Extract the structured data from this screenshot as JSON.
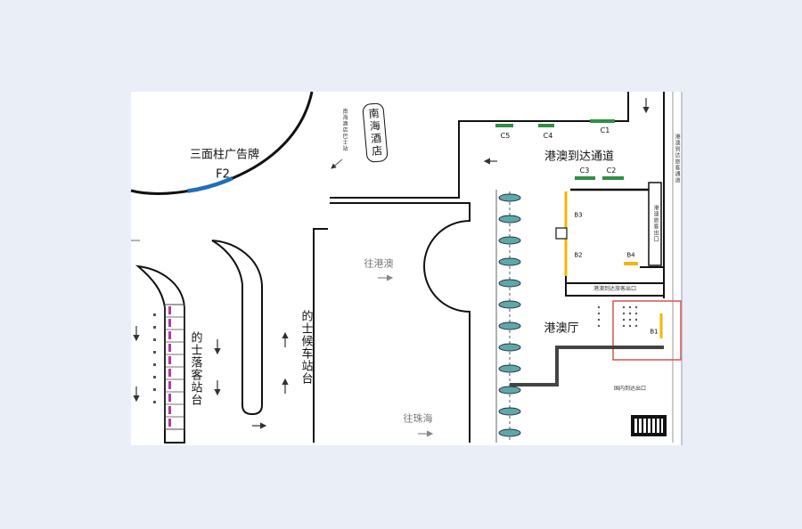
{
  "colors": {
    "billboard_blue": "#1f6fb8",
    "taxi_magenta": "#b33aa0",
    "gate_yellow": "#f2b705",
    "gate_green": "#2f8f45",
    "pillar_teal": "#5fa8a8",
    "highlight_red": "#d9534f",
    "page_background": "#e9eef7"
  },
  "map": {
    "billboard": {
      "label": "三面柱广告牌",
      "code": "F2"
    },
    "hotel": {
      "name": "南海酒店",
      "bus_note": "南海酒店巴士站"
    },
    "gates": {
      "c5": "C5",
      "c4": "C4",
      "c1": "C1",
      "c3": "C3",
      "c2": "C2",
      "b1": "B1",
      "b2": "B2",
      "b3": "B3",
      "b4": "B4"
    },
    "passage": "港澳到达通道",
    "hall": "港澳厅",
    "directions": {
      "to_hk_macau": "往港澳",
      "to_zhuhai": "往珠海"
    },
    "taxi_pickup": "的士候车站台",
    "taxi_dropoff": "的士落客站台",
    "exit_bar": "港澳到达旅客出口",
    "side_note": "港澳旅客出口",
    "edge_note": "港澳到达旅客通道",
    "domestic_exit": "国内到达出口"
  }
}
